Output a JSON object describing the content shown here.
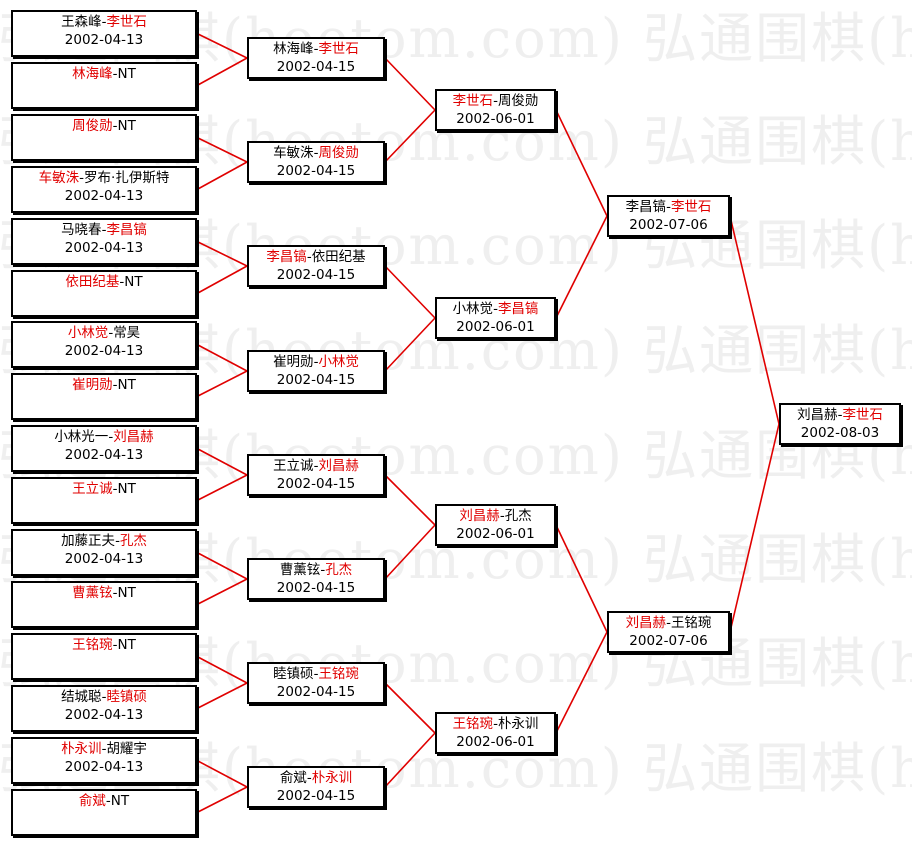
{
  "watermark": {
    "text": "弘通围棋(hoetom.com) 弘通围棋(hoetom.com) 弘通围棋"
  },
  "colors": {
    "winner": "#e00000",
    "text": "#000000",
    "line": "#e00000",
    "border": "#000000"
  },
  "rounds": [
    {
      "round": 1,
      "matches": [
        {
          "p1": "王森峰",
          "p2": "李世石",
          "winner": 2,
          "date": "2002-04-13"
        },
        {
          "p1": "林海峰",
          "p2": "NT",
          "winner": 1,
          "date": ""
        },
        {
          "p1": "周俊勋",
          "p2": "NT",
          "winner": 1,
          "date": ""
        },
        {
          "p1": "车敏洙",
          "p2": "罗布·扎伊斯特",
          "winner": 1,
          "date": "2002-04-13"
        },
        {
          "p1": "马晓春",
          "p2": "李昌镐",
          "winner": 2,
          "date": "2002-04-13"
        },
        {
          "p1": "依田纪基",
          "p2": "NT",
          "winner": 1,
          "date": ""
        },
        {
          "p1": "小林觉",
          "p2": "常昊",
          "winner": 1,
          "date": "2002-04-13"
        },
        {
          "p1": "崔明勋",
          "p2": "NT",
          "winner": 1,
          "date": ""
        },
        {
          "p1": "小林光一",
          "p2": "刘昌赫",
          "winner": 2,
          "date": "2002-04-13"
        },
        {
          "p1": "王立诚",
          "p2": "NT",
          "winner": 1,
          "date": ""
        },
        {
          "p1": "加藤正夫",
          "p2": "孔杰",
          "winner": 2,
          "date": "2002-04-13"
        },
        {
          "p1": "曹薰铉",
          "p2": "NT",
          "winner": 1,
          "date": ""
        },
        {
          "p1": "王铭琬",
          "p2": "NT",
          "winner": 1,
          "date": ""
        },
        {
          "p1": "结城聪",
          "p2": "睦镇硕",
          "winner": 2,
          "date": "2002-04-13"
        },
        {
          "p1": "朴永训",
          "p2": "胡耀宇",
          "winner": 1,
          "date": "2002-04-13"
        },
        {
          "p1": "俞斌",
          "p2": "NT",
          "winner": 1,
          "date": ""
        }
      ]
    },
    {
      "round": 2,
      "matches": [
        {
          "p1": "林海峰",
          "p2": "李世石",
          "winner": 2,
          "date": "2002-04-15"
        },
        {
          "p1": "车敏洙",
          "p2": "周俊勋",
          "winner": 2,
          "date": "2002-04-15"
        },
        {
          "p1": "李昌镐",
          "p2": "依田纪基",
          "winner": 1,
          "date": "2002-04-15"
        },
        {
          "p1": "崔明勋",
          "p2": "小林觉",
          "winner": 2,
          "date": "2002-04-15"
        },
        {
          "p1": "王立诚",
          "p2": "刘昌赫",
          "winner": 2,
          "date": "2002-04-15"
        },
        {
          "p1": "曹薰铉",
          "p2": "孔杰",
          "winner": 2,
          "date": "2002-04-15"
        },
        {
          "p1": "睦镇硕",
          "p2": "王铭琬",
          "winner": 2,
          "date": "2002-04-15"
        },
        {
          "p1": "俞斌",
          "p2": "朴永训",
          "winner": 2,
          "date": "2002-04-15"
        }
      ]
    },
    {
      "round": 3,
      "matches": [
        {
          "p1": "李世石",
          "p2": "周俊勋",
          "winner": 1,
          "date": "2002-06-01"
        },
        {
          "p1": "小林觉",
          "p2": "李昌镐",
          "winner": 2,
          "date": "2002-06-01"
        },
        {
          "p1": "刘昌赫",
          "p2": "孔杰",
          "winner": 1,
          "date": "2002-06-01"
        },
        {
          "p1": "王铭琬",
          "p2": "朴永训",
          "winner": 1,
          "date": "2002-06-01"
        }
      ]
    },
    {
      "round": 4,
      "matches": [
        {
          "p1": "李昌镐",
          "p2": "李世石",
          "winner": 2,
          "date": "2002-07-06"
        },
        {
          "p1": "刘昌赫",
          "p2": "王铭琬",
          "winner": 1,
          "date": "2002-07-06"
        }
      ]
    },
    {
      "round": 5,
      "matches": [
        {
          "p1": "刘昌赫",
          "p2": "李世石",
          "winner": 2,
          "date": "2002-08-03"
        }
      ]
    }
  ]
}
